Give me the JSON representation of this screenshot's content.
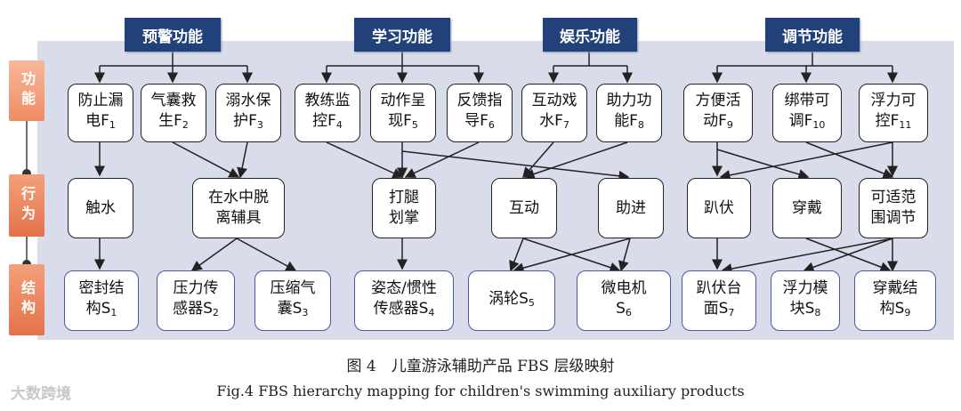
{
  "side_labels": [
    "功能",
    "行为",
    "结构"
  ],
  "functions": [
    {
      "label": "预警功能"
    },
    {
      "label": "学习功能"
    },
    {
      "label": "娱乐功能"
    },
    {
      "label": "调节功能"
    }
  ],
  "f_nodes": [
    {
      "l1": "防止漏",
      "l2": "电F",
      "sub": "1"
    },
    {
      "l1": "气囊救",
      "l2": "生F",
      "sub": "2"
    },
    {
      "l1": "溺水保",
      "l2": "护F",
      "sub": "3"
    },
    {
      "l1": "教练监",
      "l2": "控F",
      "sub": "4"
    },
    {
      "l1": "动作呈",
      "l2": "现F",
      "sub": "5"
    },
    {
      "l1": "反馈指",
      "l2": "导F",
      "sub": "6"
    },
    {
      "l1": "互动戏",
      "l2": "水F",
      "sub": "7"
    },
    {
      "l1": "助力功",
      "l2": "能F",
      "sub": "8"
    },
    {
      "l1": "方便活",
      "l2": "动F",
      "sub": "9"
    },
    {
      "l1": "绑带可",
      "l2": "调F",
      "sub": "10"
    },
    {
      "l1": "浮力可",
      "l2": "控F",
      "sub": "11"
    }
  ],
  "b_nodes": [
    {
      "l1": "触水",
      "l2": ""
    },
    {
      "l1": "在水中脱",
      "l2": "离辅具"
    },
    {
      "l1": "打腿",
      "l2": "划掌"
    },
    {
      "l1": "互动",
      "l2": ""
    },
    {
      "l1": "助进",
      "l2": ""
    },
    {
      "l1": "趴伏",
      "l2": ""
    },
    {
      "l1": "穿戴",
      "l2": ""
    },
    {
      "l1": "可适范",
      "l2": "围调节"
    }
  ],
  "s_nodes": [
    {
      "l1": "密封结",
      "l2": "构S",
      "sub": "1"
    },
    {
      "l1": "压力传",
      "l2": "感器S",
      "sub": "2"
    },
    {
      "l1": "压缩气",
      "l2": "囊S",
      "sub": "3"
    },
    {
      "l1": "姿态/惯性",
      "l2": "传感器S",
      "sub": "4"
    },
    {
      "l1": "涡轮S",
      "l2": "",
      "sub": "5",
      "inline": true
    },
    {
      "l1": "微电机",
      "l2": "S",
      "sub": "6"
    },
    {
      "l1": "趴伏台",
      "l2": "面S",
      "sub": "7"
    },
    {
      "l1": "浮力模",
      "l2": "块S",
      "sub": "8"
    },
    {
      "l1": "穿戴结",
      "l2": "构S",
      "sub": "9"
    }
  ],
  "caption_cn": "图 4　儿童游泳辅助产品 FBS 层级映射",
  "caption_en": "Fig.4 FBS hierarchy mapping for children's swimming auxiliary products",
  "watermark": "大数跨境"
}
